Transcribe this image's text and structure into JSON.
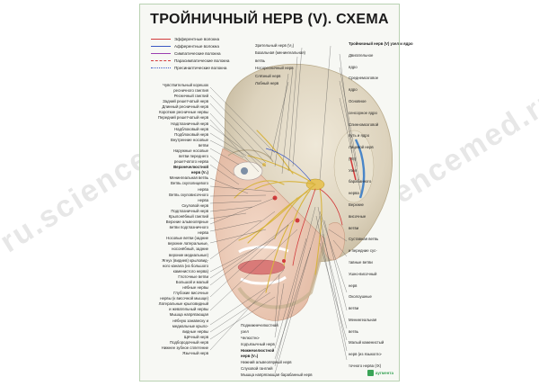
{
  "title": "ТРОЙНИЧНЫЙ НЕРВ (V). СХЕМА",
  "legend": [
    {
      "label": "Эфферентные волокна",
      "color": "#d23b3b",
      "style": "solid"
    },
    {
      "label": "Афферентные волокна",
      "color": "#3b58c4",
      "style": "solid"
    },
    {
      "label": "Симпатические волокна",
      "color": "#9b3fb0",
      "style": "solid"
    },
    {
      "label": "Парасимпатические волокна",
      "color": "#d23b3b",
      "style": "dashed"
    },
    {
      "label": "Пресинаптические волокна",
      "color": "#3b58c4",
      "style": "dotted"
    }
  ],
  "labels_left": [
    "Чувствительный корешок",
    "ресничного ганглия",
    "Ресничный ганглий",
    "Задний решетчатый нерв",
    "Длинный ресничный нерв",
    "Короткие ресничные нервы",
    "Передний решетчатый нерв",
    "Надглазничный нерв",
    "Надблоковый нерв",
    "Подблоковый нерв",
    "Внутренние носовые",
    "ветви",
    "Наружные носовые",
    "ветви переднего",
    "решетчатого нерва",
    "Верхнечелюстной",
    "нерв (V₂)",
    "Менингеальная ветвь",
    "Ветвь скулолицевого",
    "нерва",
    "Ветвь скуловисочного",
    "нерва",
    "Скуловой нерв",
    "Подглазничный нерв",
    "Крылонёбный ганглий",
    "Верхние альвеолярные",
    "ветви подглазничного",
    "нерва",
    "Носовые ветви (задние",
    "верхние латеральные,",
    "носонёбный, задние",
    "верхние медиальные)",
    "Ягнух (видиев) крыловид-",
    "ного канала (из большого",
    "каменистого нерва)",
    "Глоточные ветви",
    "Большой и малый",
    "нёбные нервы",
    "Глубокие височные",
    "нервы (к височной мышце)",
    "Латеральные крыловидный",
    "и жевательный нервы",
    "Мышца напрягающая",
    "нёбную занавеску и",
    "медиальные крыло-",
    "видные нервы",
    "Щёчный нерв",
    "Подбородочный нерв",
    "Нижнее зубное сплетение",
    "Язычный нерв"
  ],
  "labels_center_top": [
    "Зрительный нерв (V₁)",
    "Базальная (менингеальная)",
    "ветвь",
    "Носоресничный нерв",
    "Слёзный нерв",
    "Лобный нерв"
  ],
  "labels_right": [
    "Тройничный нерв (V) узел и ядро",
    "Двигательное",
    "ядро",
    "Среднемозговое",
    "ядро",
    "Основное",
    "сенсорное ядро",
    "Спинномозговой",
    "путь и ядро",
    "Лицевой нерв",
    "(VII)",
    "Узел",
    "барабанного",
    "нерва",
    "Верхние",
    "височные",
    "ветви",
    "Суставная ветвь",
    "и передние сус-",
    "тавные ветви",
    "Ушно-височный",
    "нерв",
    "Околоушные",
    "ветви",
    "Менингеальная",
    "ветвь",
    "Малый каменистый",
    "нерв (из языкогло-",
    "точного нерва (IX)"
  ],
  "labels_bottom_center": [
    "Поднижнечелюстной",
    "узел",
    "Челюстно-",
    "подъязычный нерв",
    "Нижнечелюстной",
    "нерв (V₃)",
    "Нижний альвеолярный нерв",
    "Слуховой ганглий",
    "Мышца напрягающая барабанный нерв"
  ],
  "logo": "аугмента",
  "watermark": "ru.sciencemed.ru"
}
